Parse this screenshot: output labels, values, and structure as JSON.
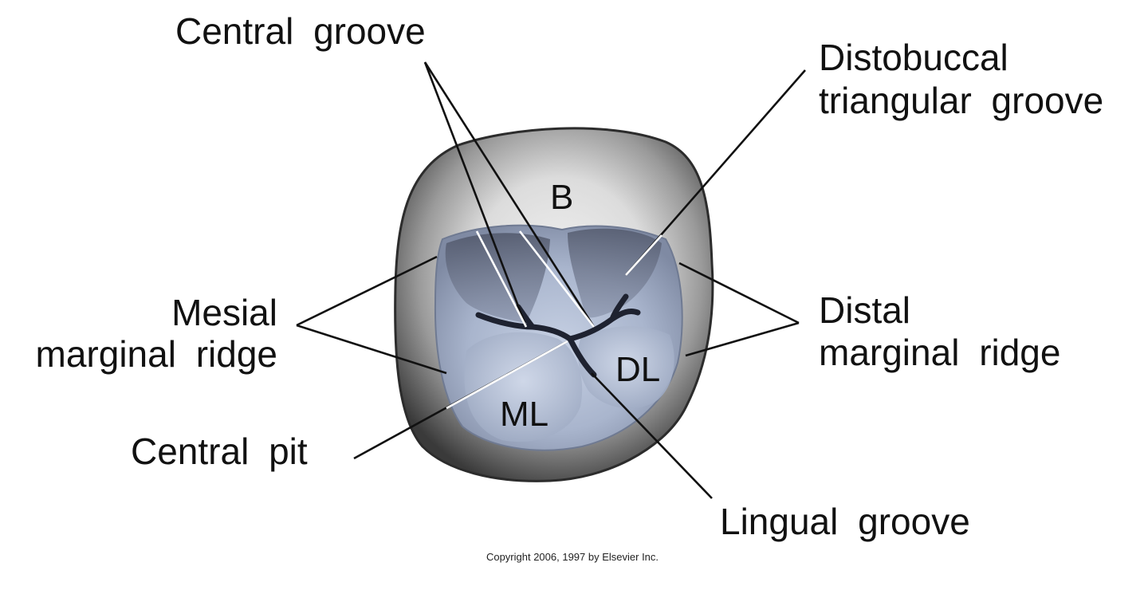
{
  "labels": {
    "central_groove": "Central groove",
    "distobuccal_line1": "Distobuccal",
    "distobuccal_line2": "triangular groove",
    "mesial_line1": "Mesial",
    "mesial_line2": "marginal ridge",
    "distal_line1": "Distal",
    "distal_line2": "marginal ridge",
    "central_pit": "Central pit",
    "lingual_groove": "Lingual groove"
  },
  "regions": {
    "buccal": "B",
    "mesiolingual": "ML",
    "distolingual": "DL"
  },
  "copyright": "Copyright 2006, 1997 by Elsevier Inc.",
  "colors": {
    "enamel_dark": "#3c3c3c",
    "enamel_light": "#e6e6e6",
    "occlusal_table": "#a8b4cc",
    "groove_dark": "#2a2e3a"
  }
}
